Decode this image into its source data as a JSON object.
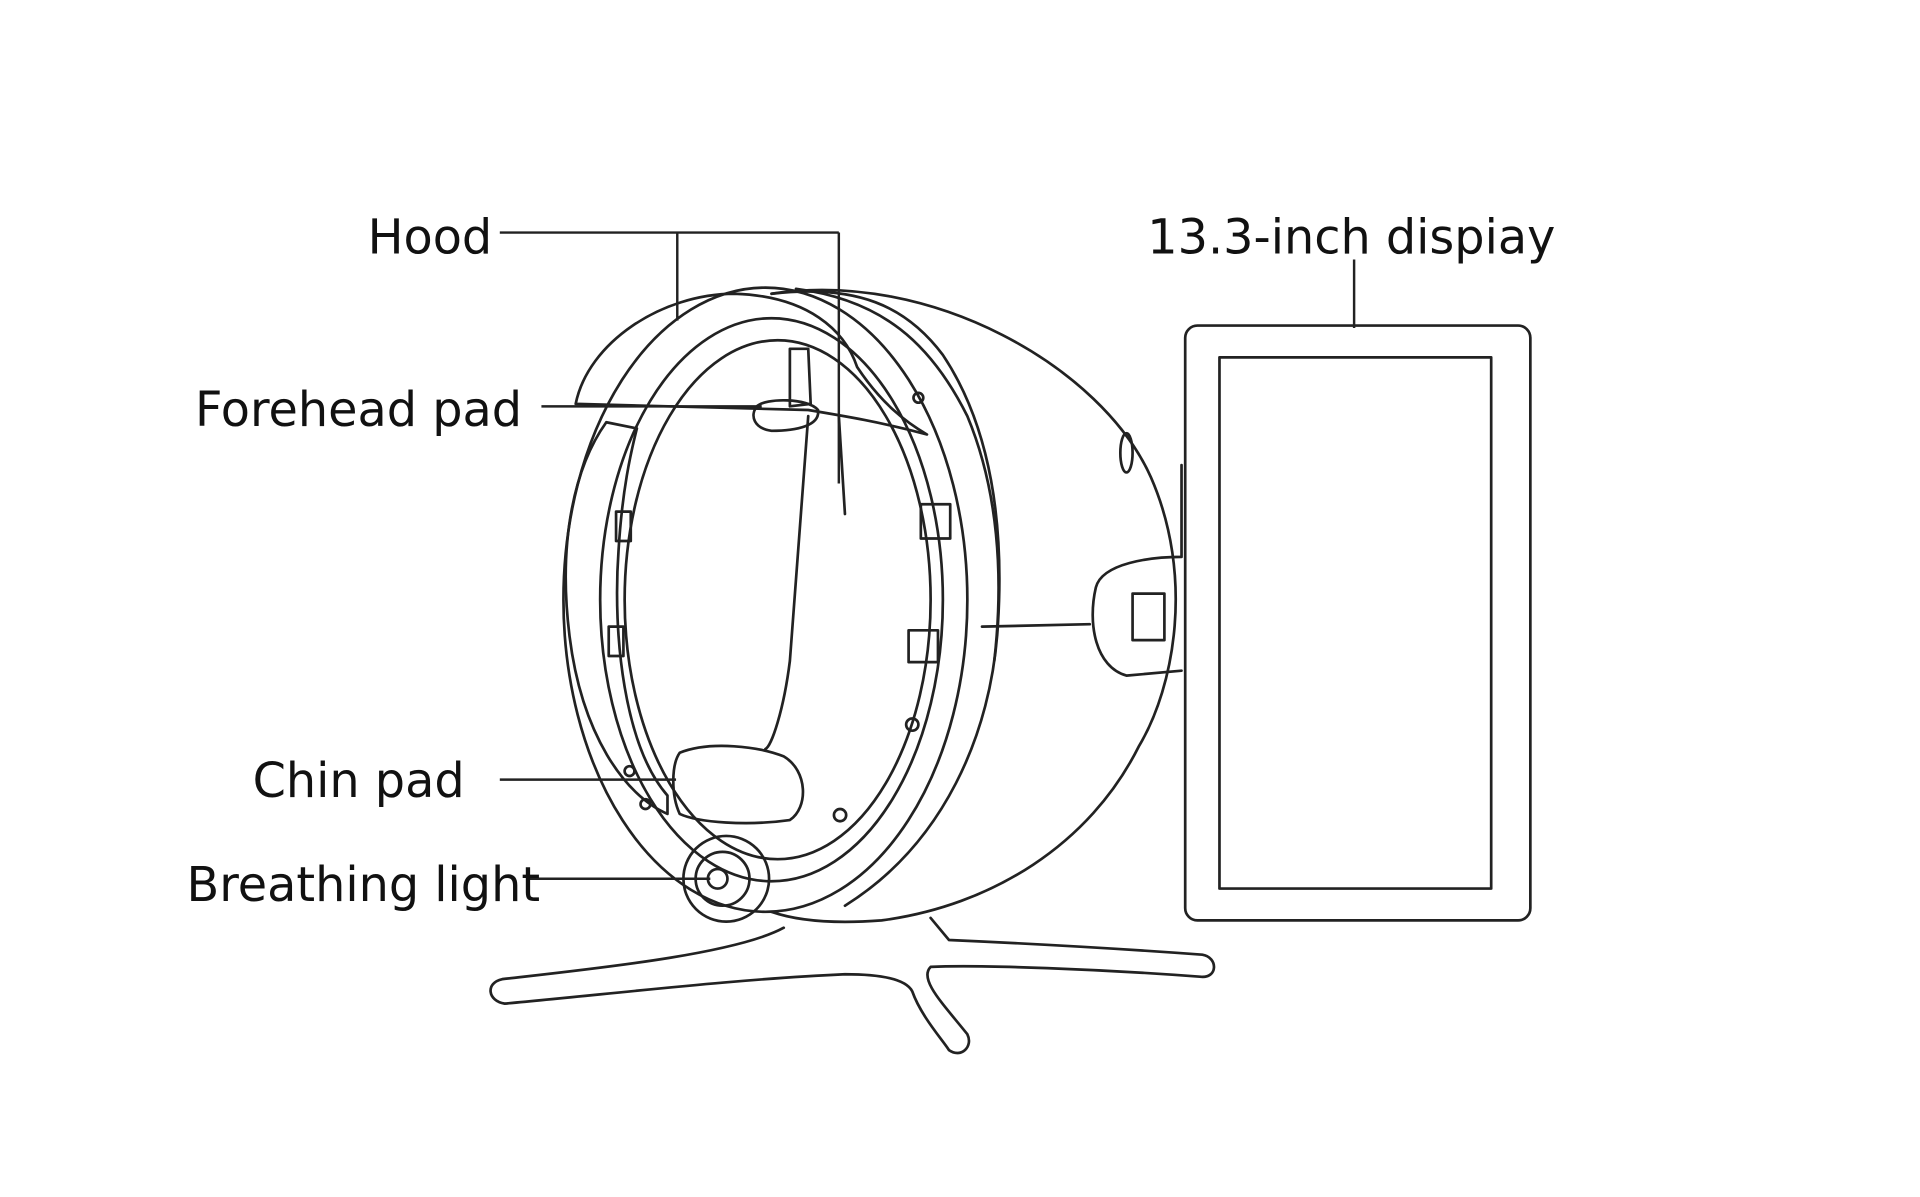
{
  "labels": {
    "hood": "Hood",
    "forehead_pad": "Forehead pad",
    "chin_pad": "Chin pad",
    "breathing_light": "Breathing light",
    "display": "13.3-inch dispiay"
  }
}
